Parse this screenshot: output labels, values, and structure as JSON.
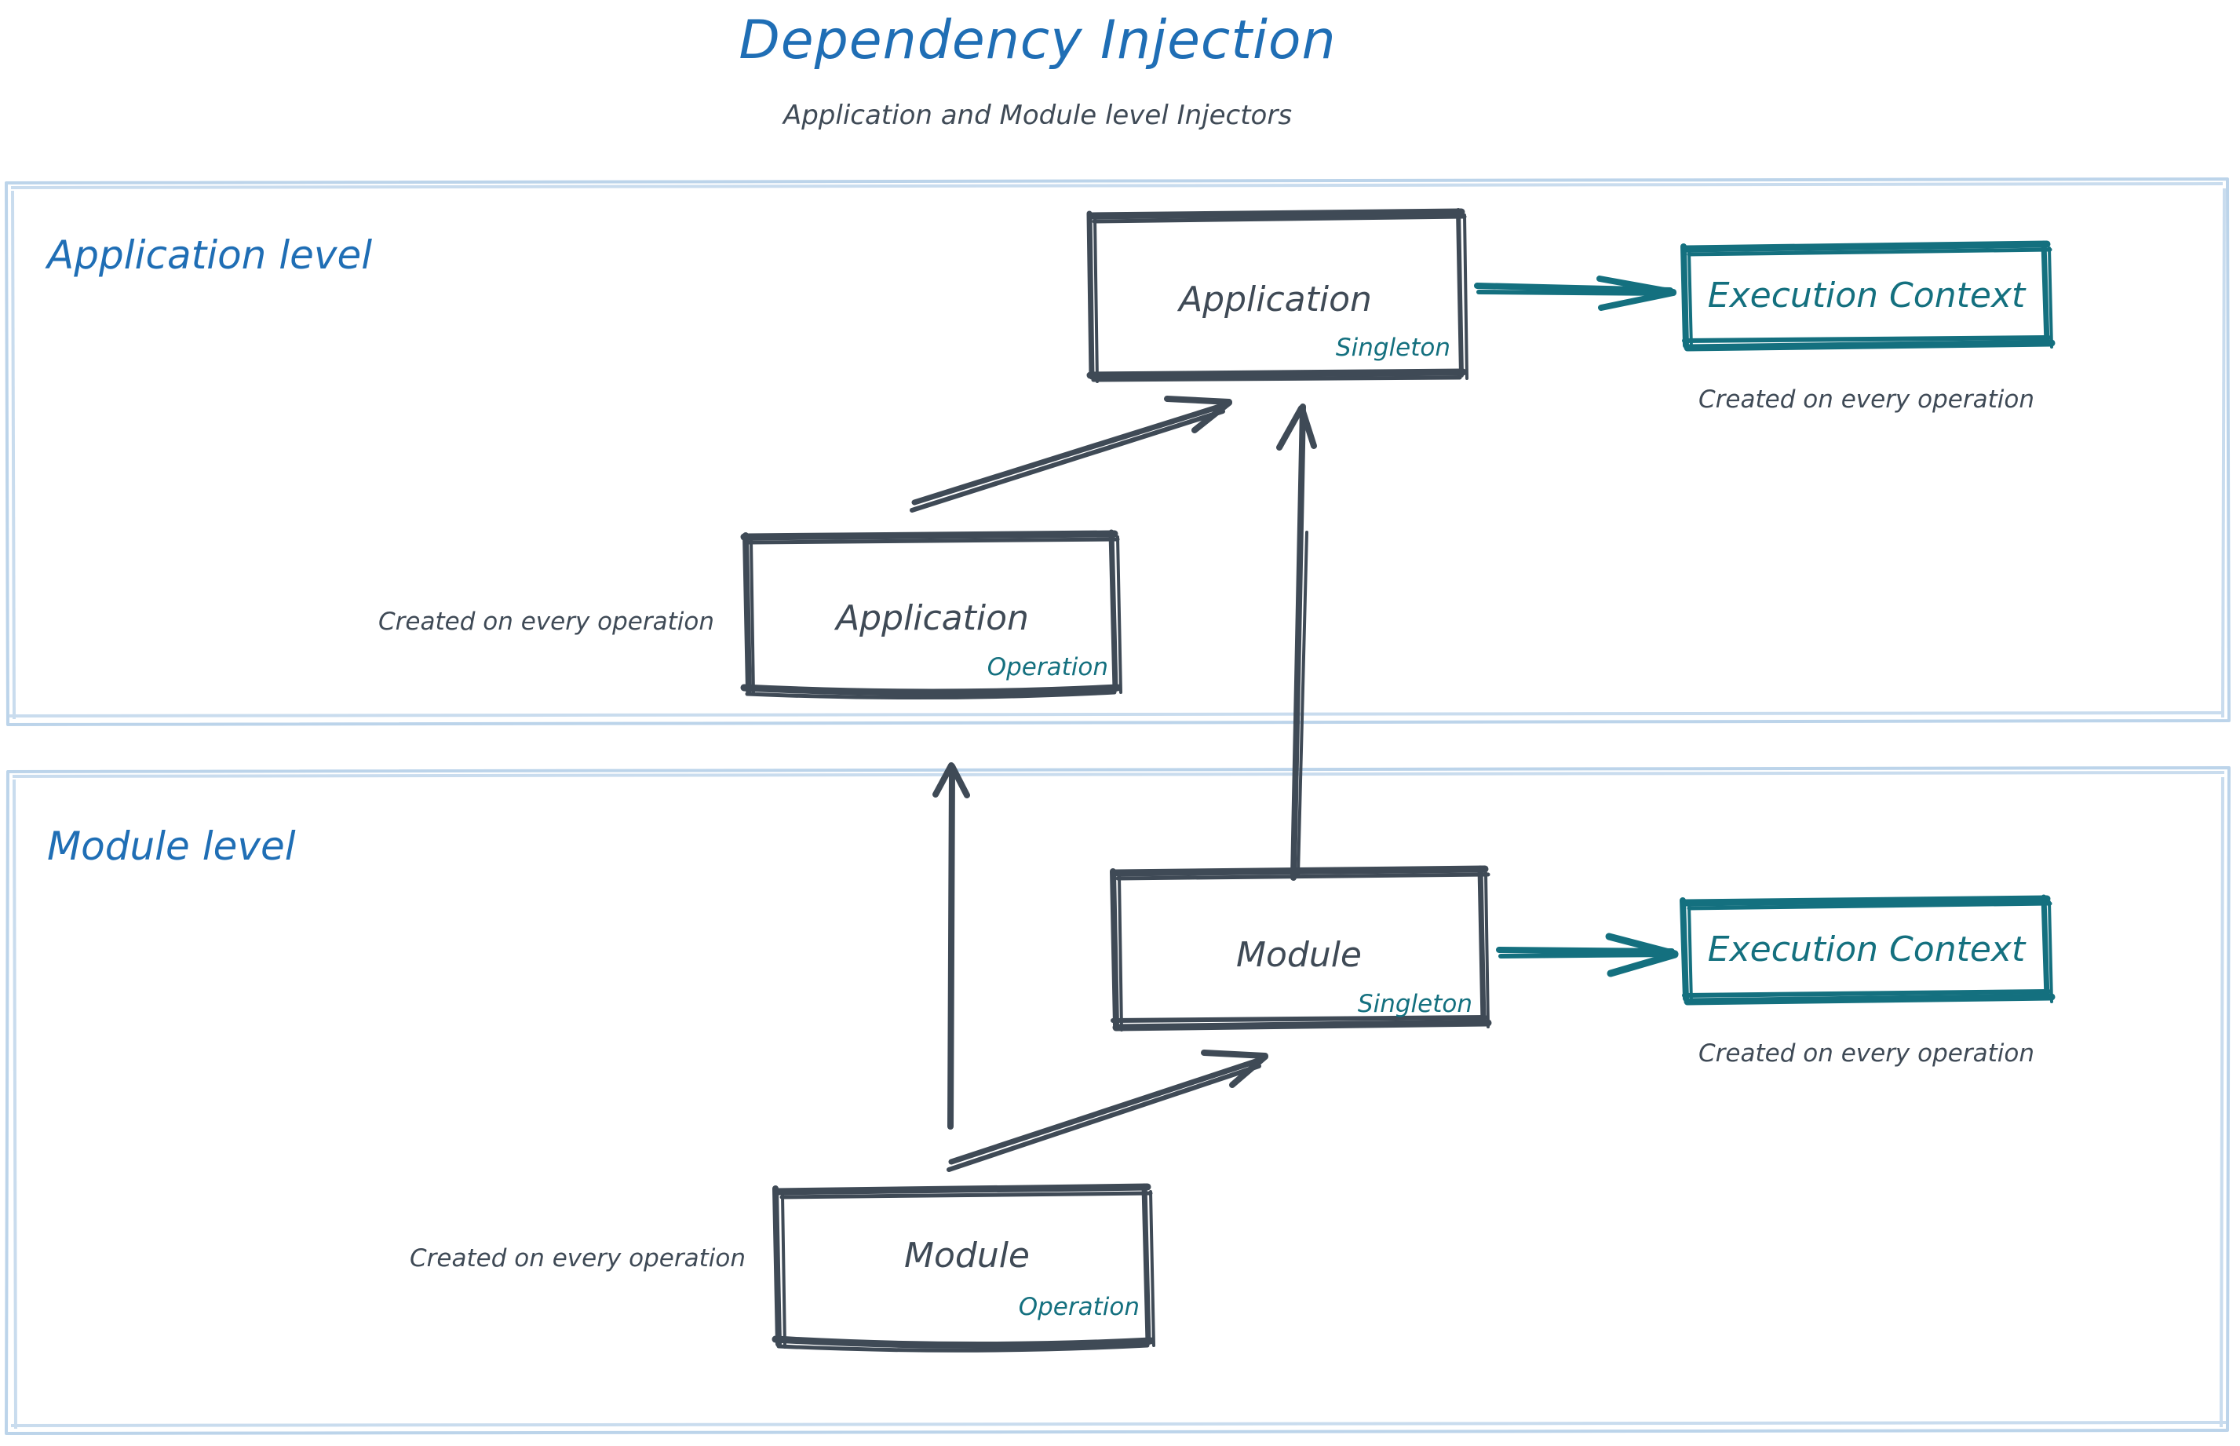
{
  "header": {
    "title": "Dependency Injection",
    "subtitle": "Application and Module level Injectors"
  },
  "colors": {
    "title_blue": "#1f6eb5",
    "zone_border_blue": "#bcd4ea",
    "ink_gray": "#3f4a56",
    "teal": "#14707f"
  },
  "zones": [
    {
      "id": "application-level",
      "label": "Application level"
    },
    {
      "id": "module-level",
      "label": "Module level"
    }
  ],
  "nodes": {
    "application_singleton": {
      "title": "Application",
      "scope": "Singleton"
    },
    "application_operation": {
      "title": "Application",
      "scope": "Operation"
    },
    "module_singleton": {
      "title": "Module",
      "scope": "Singleton"
    },
    "module_operation": {
      "title": "Module",
      "scope": "Operation"
    },
    "execution_context_app": {
      "title": "Execution Context"
    },
    "execution_context_module": {
      "title": "Execution Context"
    }
  },
  "notes": {
    "exec_context_app": "Created on every operation",
    "app_operation": "Created on every operation",
    "exec_context_module": "Created on every operation",
    "module_operation": "Created on every operation"
  },
  "chart_data": {
    "type": "diagram",
    "title": "Dependency Injection",
    "subtitle": "Application and Module level Injectors",
    "groups": [
      {
        "name": "Application level",
        "nodes": [
          "Application (Singleton)",
          "Application (Operation)",
          "Execution Context"
        ]
      },
      {
        "name": "Module level",
        "nodes": [
          "Module (Singleton)",
          "Module (Operation)",
          "Execution Context"
        ]
      }
    ],
    "edges": [
      {
        "from": "Application (Singleton)",
        "to": "Execution Context (Application level)",
        "color": "#14707f",
        "style": "arrow-right"
      },
      {
        "from": "Application (Operation)",
        "to": "Application (Singleton)",
        "color": "#3f4a56",
        "style": "arrow-diagonal-up"
      },
      {
        "from": "Module (Singleton)",
        "to": "Application (Singleton)",
        "color": "#3f4a56",
        "style": "arrow-up"
      },
      {
        "from": "Module (Singleton)",
        "to": "Execution Context (Module level)",
        "color": "#14707f",
        "style": "arrow-right"
      },
      {
        "from": "Module (Operation)",
        "to": "Module (Singleton)",
        "color": "#3f4a56",
        "style": "arrow-diagonal-up"
      },
      {
        "from": "Module (Operation)",
        "to": "Application (Operation)",
        "color": "#3f4a56",
        "style": "arrow-up"
      }
    ]
  }
}
